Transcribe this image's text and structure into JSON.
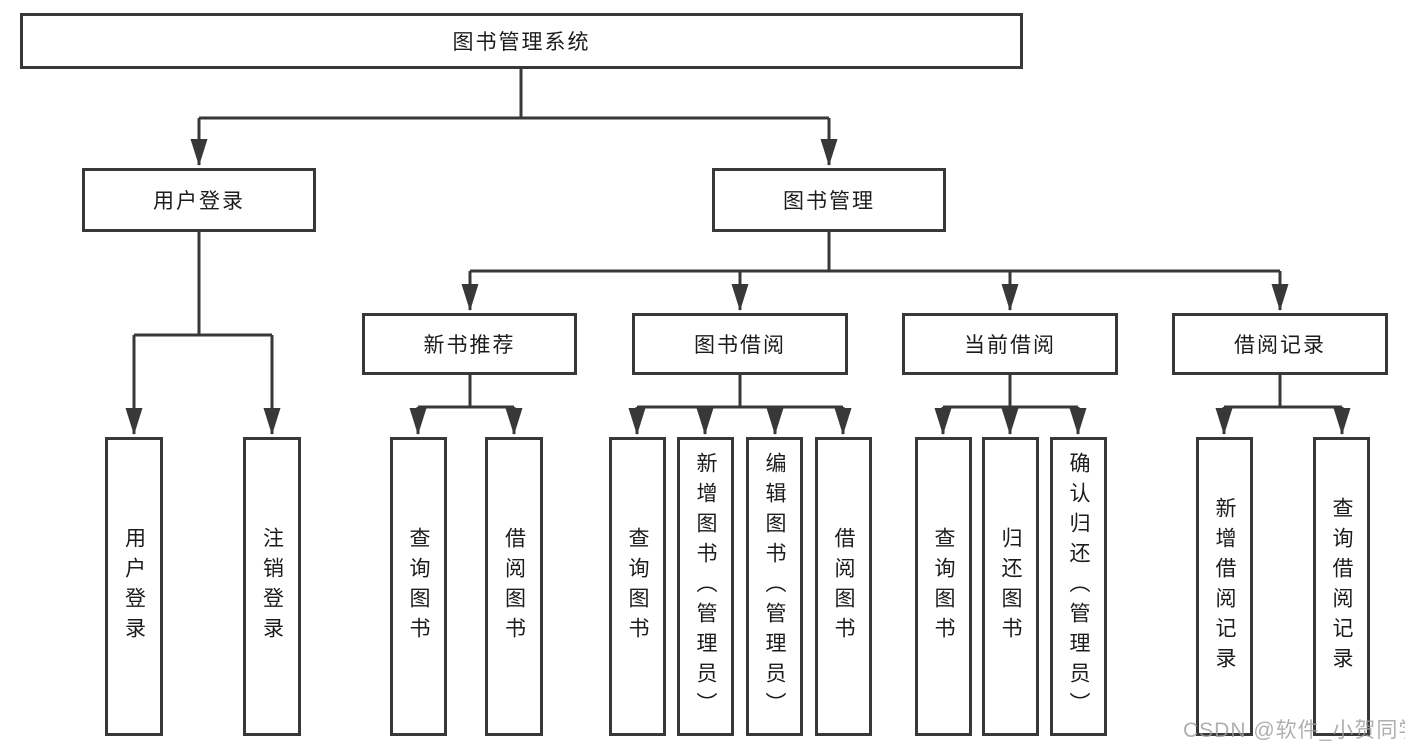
{
  "colors": {
    "line": "#383838",
    "text": "#1c1c1c",
    "box_background": "#ffffff",
    "watermark": "#9e9e9e"
  },
  "watermark": {
    "text": "CSDN @软件_小贺同学"
  },
  "diagram": {
    "root": {
      "label": "图书管理系统"
    },
    "level2": [
      {
        "id": "user-login",
        "label": "用户登录"
      },
      {
        "id": "book-management",
        "label": "图书管理"
      }
    ],
    "level3": [
      {
        "id": "new-book-recommend",
        "label": "新书推荐"
      },
      {
        "id": "book-borrowing",
        "label": "图书借阅"
      },
      {
        "id": "current-borrowing",
        "label": "当前借阅"
      },
      {
        "id": "borrowing-records",
        "label": "借阅记录"
      }
    ],
    "leaves": [
      {
        "id": "user-login-leaf",
        "label": "用户登录",
        "parent": "user-login"
      },
      {
        "id": "logout-leaf",
        "label": "注销登录",
        "parent": "user-login"
      },
      {
        "id": "query-books-recommend",
        "label": "查询图书",
        "parent": "new-book-recommend"
      },
      {
        "id": "borrow-books-recommend",
        "label": "借阅图书",
        "parent": "new-book-recommend"
      },
      {
        "id": "query-books-borrowing",
        "label": "查询图书",
        "parent": "book-borrowing"
      },
      {
        "id": "add-book-admin",
        "label": "新增图书（管理员）",
        "parent": "book-borrowing"
      },
      {
        "id": "edit-book-admin",
        "label": "编辑图书（管理员）",
        "parent": "book-borrowing"
      },
      {
        "id": "borrow-books-borrowing",
        "label": "借阅图书",
        "parent": "book-borrowing"
      },
      {
        "id": "query-books-current",
        "label": "查询图书",
        "parent": "current-borrowing"
      },
      {
        "id": "return-books",
        "label": "归还图书",
        "parent": "current-borrowing"
      },
      {
        "id": "confirm-return-admin",
        "label": "确认归还（管理员）",
        "parent": "current-borrowing"
      },
      {
        "id": "add-borrow-record",
        "label": "新增借阅记录",
        "parent": "borrowing-records"
      },
      {
        "id": "query-borrow-record",
        "label": "查询借阅记录",
        "parent": "borrowing-records"
      }
    ]
  }
}
